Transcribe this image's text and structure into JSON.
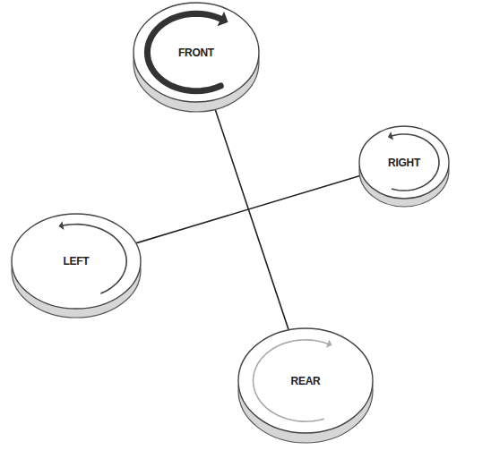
{
  "diagram": {
    "nodes": [
      {
        "text": [
          "FRONT"
        ]
      },
      {
        "text": [
          "RIGHT"
        ]
      },
      {
        "text": [
          "LEFT"
        ]
      },
      {
        "text": [
          "REAR"
        ]
      }
    ],
    "edges": [
      {
        "from": 0,
        "to": 3,
        "arrow": "none"
      },
      {
        "from": 2,
        "to": 1,
        "arrow": "none"
      }
    ]
  }
}
